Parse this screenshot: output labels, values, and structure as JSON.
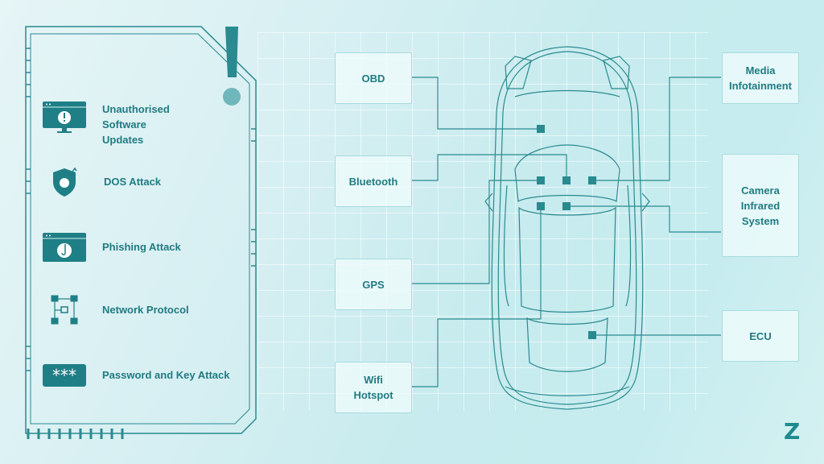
{
  "threats": [
    {
      "label": "Unauthorised\nSoftware Updates",
      "icon": "warning-monitor-icon"
    },
    {
      "label": "DOS Attack",
      "icon": "shield-bomb-icon"
    },
    {
      "label": "Phishing Attack",
      "icon": "phishing-hook-icon"
    },
    {
      "label": "Network Protocol",
      "icon": "network-nodes-icon"
    },
    {
      "label": "Password and Key Attack",
      "icon": "password-asterisk-icon"
    }
  ],
  "left_components": [
    {
      "label": "OBD"
    },
    {
      "label": "Bluetooth"
    },
    {
      "label": "GPS"
    },
    {
      "label": "Wifi\nHotspot"
    }
  ],
  "right_components": [
    {
      "label": "Media\nInfotainment"
    },
    {
      "label": "Camera\nInfrared\nSystem"
    },
    {
      "label": "ECU"
    }
  ],
  "logo": "Z",
  "colors": {
    "accent": "#1f7a80",
    "panel_border": "#2a8a90",
    "box_border": "#a9dbdf"
  }
}
